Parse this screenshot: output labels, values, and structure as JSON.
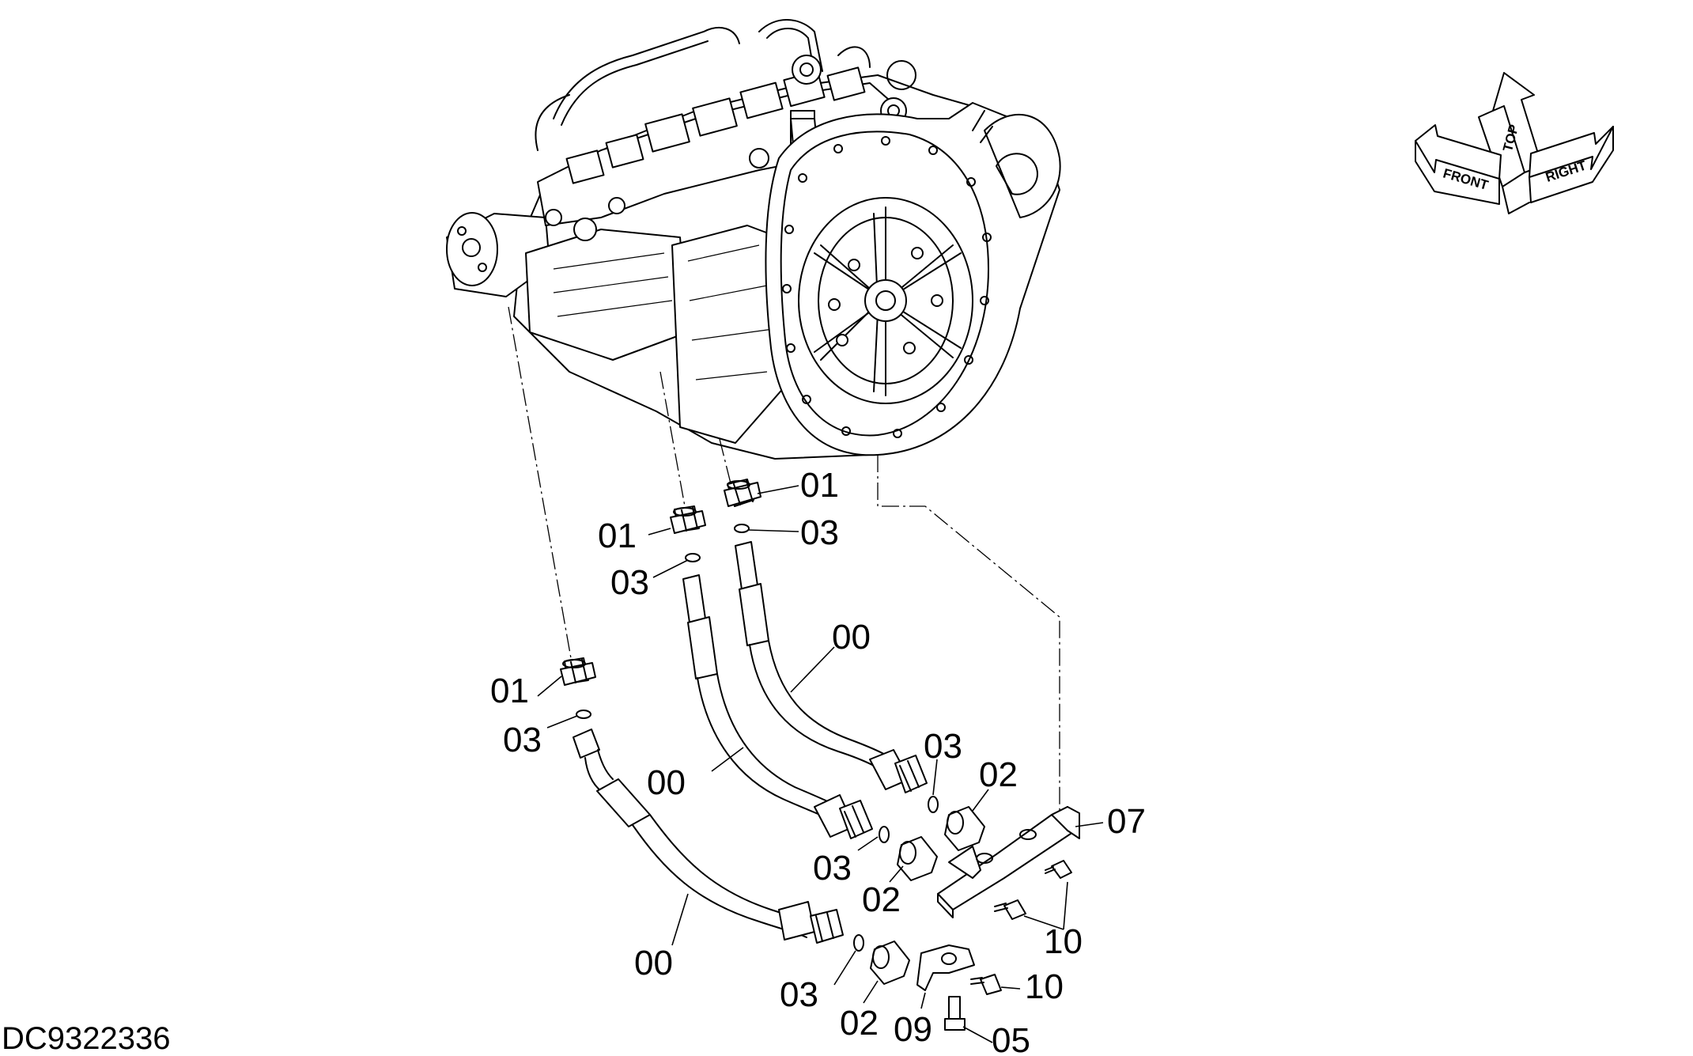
{
  "drawing_number": "DC9322336",
  "orientation": {
    "top": "TOP",
    "front": "FRONT",
    "right": "RIGHT"
  },
  "callouts": [
    {
      "id": "01-a",
      "text": "01"
    },
    {
      "id": "03-a",
      "text": "03"
    },
    {
      "id": "01-b",
      "text": "01"
    },
    {
      "id": "03-b",
      "text": "03"
    },
    {
      "id": "00-a",
      "text": "00"
    },
    {
      "id": "01-c",
      "text": "01"
    },
    {
      "id": "03-c",
      "text": "03"
    },
    {
      "id": "00-b",
      "text": "00"
    },
    {
      "id": "03-d",
      "text": "03"
    },
    {
      "id": "02-a",
      "text": "02"
    },
    {
      "id": "07",
      "text": "07"
    },
    {
      "id": "03-e",
      "text": "03"
    },
    {
      "id": "02-b",
      "text": "02"
    },
    {
      "id": "10-a",
      "text": "10"
    },
    {
      "id": "00-c",
      "text": "00"
    },
    {
      "id": "03-f",
      "text": "03"
    },
    {
      "id": "10-b",
      "text": "10"
    },
    {
      "id": "02-c",
      "text": "02"
    },
    {
      "id": "09",
      "text": "09"
    },
    {
      "id": "05",
      "text": "05"
    }
  ]
}
